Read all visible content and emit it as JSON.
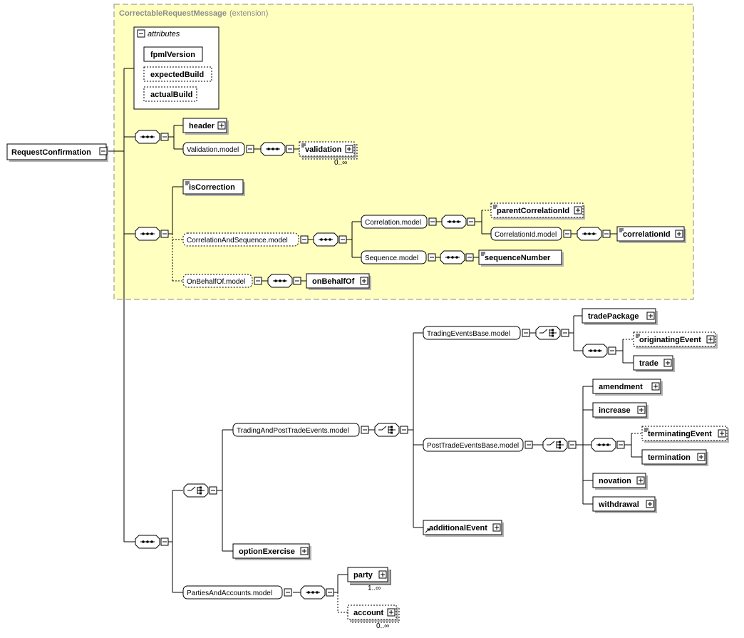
{
  "extension": {
    "name": "CorrectableRequestMessage",
    "note": "(extension)"
  },
  "attributes": {
    "header": "attributes",
    "items": [
      "fpmlVersion",
      "expectedBuild",
      "actualBuild"
    ]
  },
  "root": "RequestConfirmation",
  "elements": {
    "header": "header",
    "validation": "validation",
    "isCorrection": "isCorrection",
    "parentCorrelationId": "parentCorrelationId",
    "correlationId": "correlationId",
    "sequenceNumber": "sequenceNumber",
    "onBehalfOf": "onBehalfOf",
    "tradePackage": "tradePackage",
    "originatingEvent": "originatingEvent",
    "trade": "trade",
    "amendment": "amendment",
    "increase": "increase",
    "terminatingEvent": "terminatingEvent",
    "termination": "termination",
    "novation": "novation",
    "withdrawal": "withdrawal",
    "additionalEvent": "additionalEvent",
    "optionExercise": "optionExercise",
    "party": "party",
    "account": "account"
  },
  "groups": {
    "validationModel": "Validation.model",
    "correlationAndSequenceModel": "CorrelationAndSequence.model",
    "correlationModel": "Correlation.model",
    "correlationIdModel": "CorrelationId.model",
    "sequenceModel": "Sequence.model",
    "onBehalfOfModel": "OnBehalfOf.model",
    "tradingEventsBaseModel": "TradingEventsBase.model",
    "tradingAndPostTradeEventsModel": "TradingAndPostTradeEvents.model",
    "postTradeEventsBaseModel": "PostTradeEventsBase.model",
    "partiesAndAccountsModel": "PartiesAndAccounts.model"
  },
  "occurrences": {
    "validation": "0..∞",
    "party": "1..∞",
    "account": "0..∞"
  },
  "colors": {
    "extensionFill": "#ffffc0",
    "extensionBorder": "#8c8c8c",
    "line": "#000000"
  }
}
